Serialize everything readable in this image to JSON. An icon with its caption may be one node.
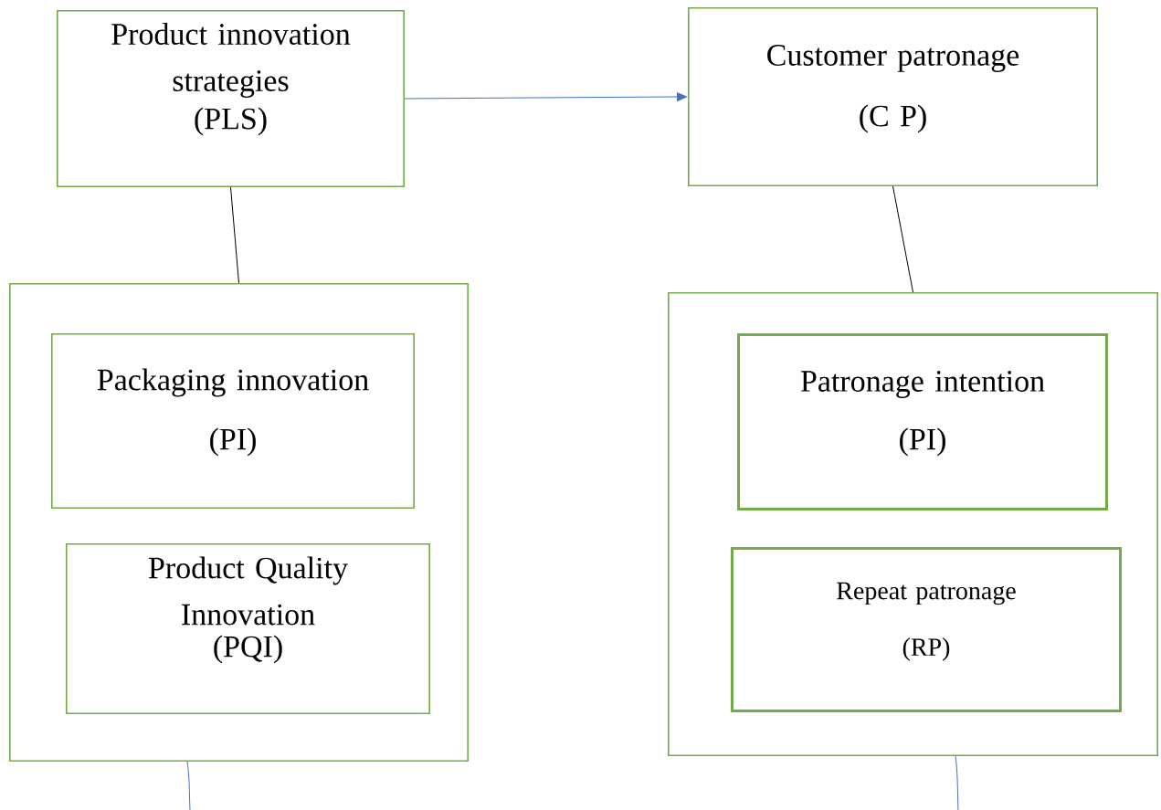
{
  "diagram": {
    "nodes": [
      {
        "text": [
          "Product innovation strategies",
          "(PLS)"
        ]
      },
      {
        "text": [
          "Customer patronage",
          "(C P)"
        ]
      },
      {
        "text": [],
        "shape": "box"
      },
      {
        "text": [
          "Packaging innovation",
          "(PI)"
        ],
        "in": 2
      },
      {
        "text": [
          "Product Quality Innovation",
          "(PQI)"
        ],
        "in": 2
      },
      {
        "text": [],
        "shape": "box"
      },
      {
        "text": [
          "Patronage intention",
          "(PI)"
        ],
        "in": 5
      },
      {
        "text": [
          "Repeat patronage",
          "(RP)"
        ],
        "in": 5
      }
    ],
    "edges": [
      {
        "from": 0,
        "to": 1,
        "arrow": "to",
        "color": "#4472c4"
      },
      {
        "from": 0,
        "to": 2,
        "arrow": "none",
        "color": "#000000"
      },
      {
        "from": 1,
        "to": 5,
        "arrow": "none",
        "color": "#000000"
      },
      {
        "from": 2,
        "to": null,
        "arrow": "none",
        "color": "#4472c4"
      },
      {
        "from": 5,
        "to": null,
        "arrow": "none",
        "color": "#4472c4"
      }
    ]
  }
}
